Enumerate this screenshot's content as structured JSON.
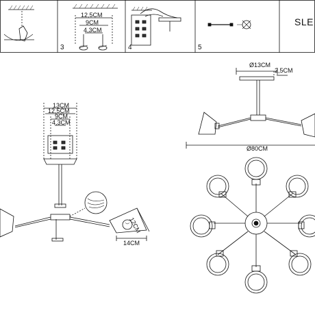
{
  "model_code": "SLE",
  "steps": [
    "3",
    "4",
    "5"
  ],
  "top_dims": {
    "d1": "12,5CM",
    "d2": "9CM",
    "d3": "4,3CM"
  },
  "side_view": {
    "dims": [
      "13CM",
      "12,5CM",
      "9CM",
      "4,3CM"
    ],
    "shade_height": "12CM",
    "shade_width": "14CM"
  },
  "front_view": {
    "canopy_dia": "Ø13CM",
    "canopy_height": "2,5CM",
    "total_width": "Ø80CM"
  }
}
